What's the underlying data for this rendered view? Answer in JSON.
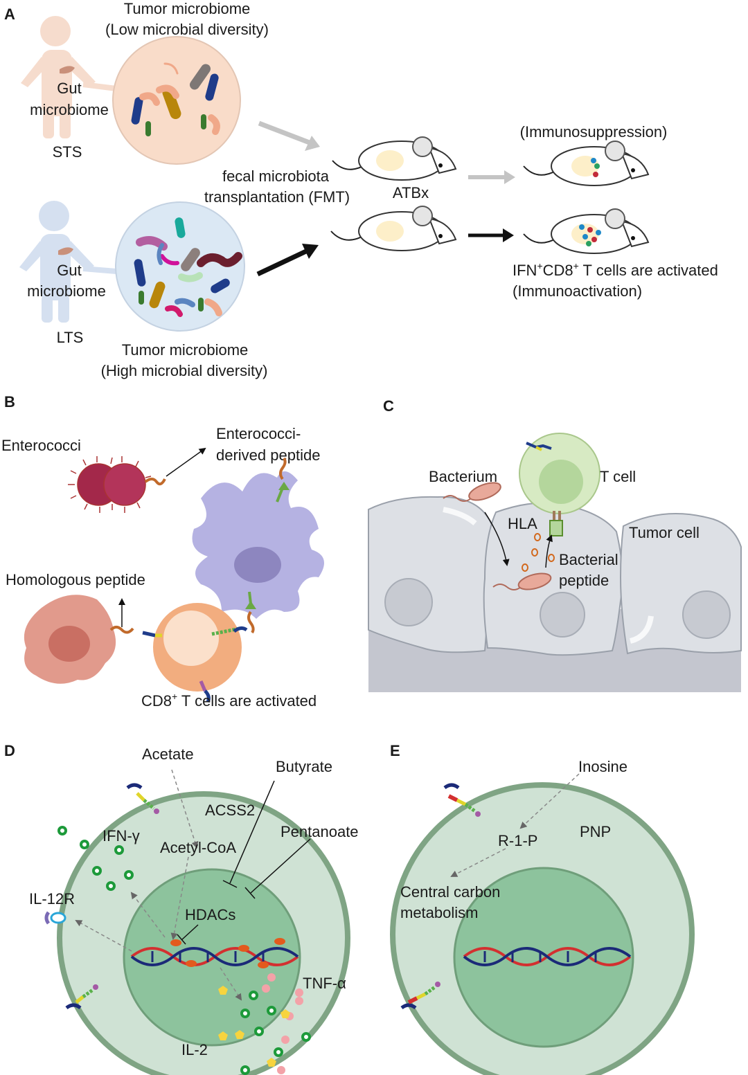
{
  "panels": {
    "a": {
      "letter": "A",
      "top_circle_title_1": "Tumor microbiome",
      "top_circle_title_2": "(Low microbial diversity)",
      "top_gut_1": "Gut",
      "top_gut_2": "microbiome",
      "top_group": "STS",
      "fmt_1": "fecal microbiota",
      "fmt_2": "transplantation (FMT)",
      "mouse_label": "ATBx",
      "outcome_top": "(Immunosuppression)",
      "bottom_gut_1": "Gut",
      "bottom_gut_2": "microbiome",
      "bottom_group": "LTS",
      "bottom_circle_title_1": "Tumor microbiome",
      "bottom_circle_title_2": "(High microbial diversity)",
      "outcome_bottom_1_pre": "IFN",
      "outcome_bottom_1_sup1": "+",
      "outcome_bottom_1_mid": "CD8",
      "outcome_bottom_1_sup2": "+",
      "outcome_bottom_1_post": " T cells are activated",
      "outcome_bottom_2": "(Immunoactivation)"
    },
    "b": {
      "letter": "B",
      "enterococci": "Enterococci",
      "peptide_1": "Enterococci-",
      "peptide_2": "derived peptide",
      "homologous": "Homologous peptide",
      "cd8_pre": "CD8",
      "cd8_sup": "+",
      "cd8_post": " T cells are activated"
    },
    "c": {
      "letter": "C",
      "bacterium": "Bacterium",
      "t_cell": "T cell",
      "hla": "HLA",
      "tumor_cell": "Tumor cell",
      "bacterial_peptide_1": "Bacterial",
      "bacterial_peptide_2": "peptide"
    },
    "d": {
      "letter": "D",
      "acetate": "Acetate",
      "butyrate": "Butyrate",
      "acss2": "ACSS2",
      "pentanoate": "Pentanoate",
      "ifn": "IFN-γ",
      "acetyl_coa": "Acetyl-CoA",
      "il12r": "IL-12R",
      "hdacs": "HDACs",
      "tnf": "TNF-α",
      "il2": "IL-2"
    },
    "e": {
      "letter": "E",
      "inosine": "Inosine",
      "r1p": "R-1-P",
      "pnp": "PNP",
      "ccm_1": "Central carbon",
      "ccm_2": "metabolism"
    }
  },
  "colors": {
    "sts_body": "#f6dccd",
    "lts_body": "#d5e0f0",
    "low_div_circle": "#f9dcc9",
    "high_div_circle": "#dbe8f4",
    "dendritic_cell": "#b5b2e2",
    "t_cell_orange": "#f2ad7f",
    "tumor_cell_pink": "#e19a8c",
    "tissue_gray": "#d3d5dc",
    "t_cell_green": "#d7eac3",
    "cell_outer_green": "#cfe2d4",
    "cell_border_green": "#7fa484",
    "nucleus_green": "#8dc39d",
    "dna_red": "#d33030",
    "dna_blue": "#1b2a78"
  }
}
